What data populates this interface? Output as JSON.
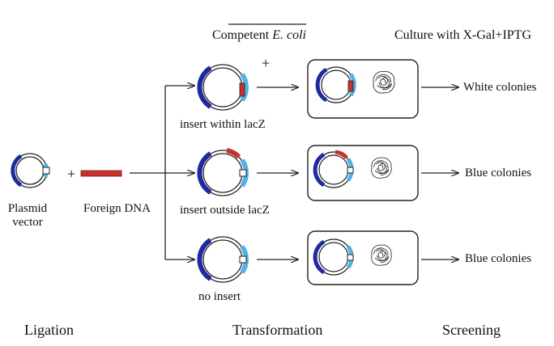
{
  "header": {
    "competent_prefix": "Competent ",
    "competent_species": "E. coli",
    "culture": "Culture with X-Gal+IPTG"
  },
  "ligation": {
    "plasmid_label_line1": "Plasmid",
    "plasmid_label_line2": "vector",
    "plus_sign": "+",
    "foreign_dna_label": "Foreign DNA"
  },
  "transformation": {
    "plus_sign": "+",
    "branches": [
      {
        "label": "insert within lacZ",
        "result": "White colonies"
      },
      {
        "label": "insert outside lacZ",
        "result": "Blue colonies"
      },
      {
        "label": "no insert",
        "result": "Blue colonies"
      }
    ]
  },
  "stages": {
    "ligation": "Ligation",
    "transformation": "Transformation",
    "screening": "Screening"
  },
  "colors": {
    "dark_blue_segment": "#1f2a9e",
    "light_blue_lacz": "#4fb3e8",
    "foreign_dna_red": "#c8312b",
    "outline": "#222222"
  }
}
